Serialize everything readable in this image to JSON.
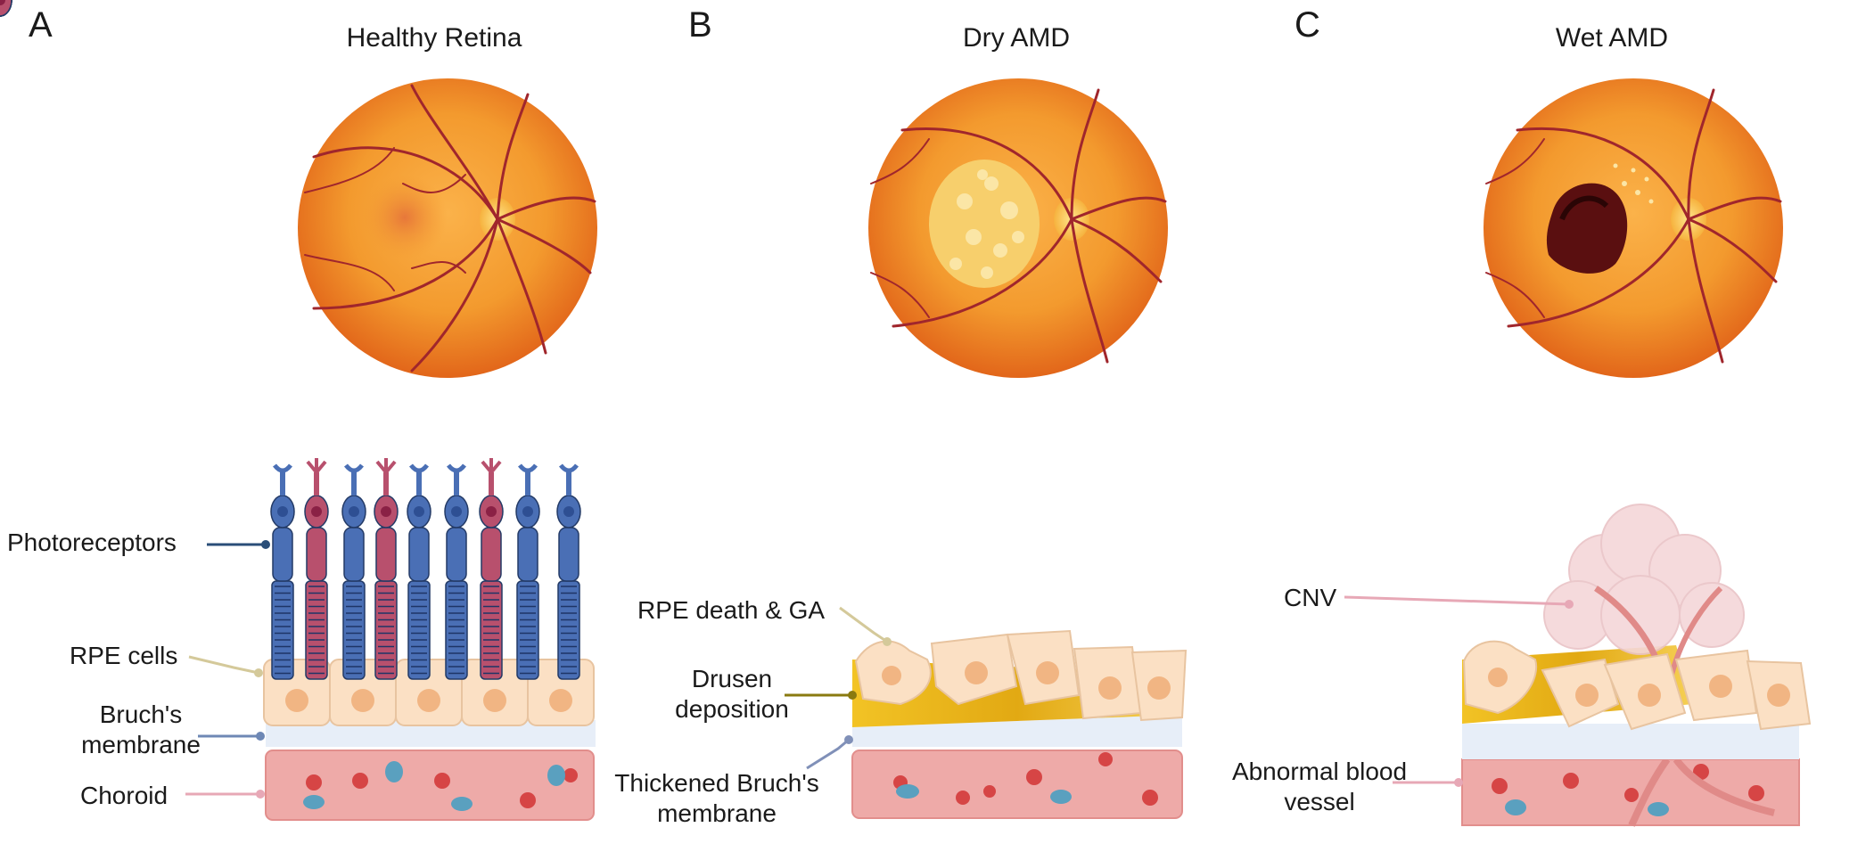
{
  "panels": [
    {
      "letter": "A",
      "title": "Healthy Retina"
    },
    {
      "letter": "B",
      "title": "Dry AMD"
    },
    {
      "letter": "C",
      "title": "Wet AMD"
    }
  ],
  "labels": {
    "a": {
      "photoreceptors": "Photoreceptors",
      "rpe": "RPE cells",
      "bruch": "Bruch's membrane",
      "choroid": "Choroid"
    },
    "b": {
      "rpe_death": "RPE death & GA",
      "drusen": "Drusen deposition",
      "thickened": "Thickened Bruch's membrane"
    },
    "c": {
      "cnv": "CNV",
      "abnormal": "Abnormal blood vessel"
    }
  },
  "colors": {
    "fundus_outer": "#e8701a",
    "fundus_inner": "#f7a43a",
    "vessel": "#a0262c",
    "rod": "#4a6fb5",
    "cone": "#b8506d",
    "rpe": "#fbe0c4",
    "rpe_nucleus": "#f1b583",
    "bruch": "#e7eef8",
    "choroid": "#eeaaa8",
    "rbc": "#d64545",
    "wbc": "#5aa0bf",
    "drusen": "#e8b41a",
    "lesion": "#5a0f10",
    "cnv": "#f4d7d9"
  }
}
